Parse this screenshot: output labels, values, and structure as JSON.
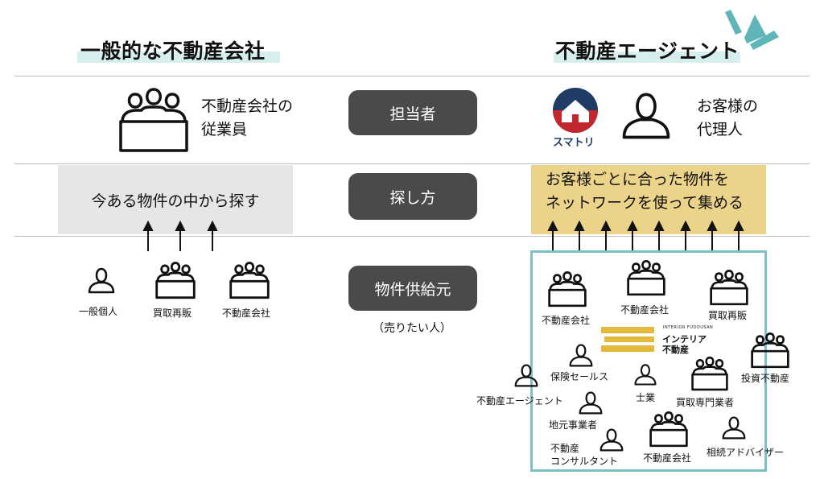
{
  "header": {
    "left_title": "一般的な不動産会社",
    "right_title": "不動産エージェント"
  },
  "rows": {
    "tantousha": "担当者",
    "sagashikata": "探し方",
    "kyokyumoto": "物件供給元",
    "kyokyumoto_sub": "（売りたい人）"
  },
  "left": {
    "staff_label": "不動産会社の\n従業員",
    "search_label": "今ある物件の中から探す",
    "sources": [
      "一般個人",
      "買取再販",
      "不動産会社"
    ]
  },
  "right": {
    "brand_logo_text": "スマトリ",
    "agent_label": "お客様の\n代理人",
    "search_label": "お客様ごとに合った物件を\nネットワークを使って集める",
    "network_nodes": [
      "不動産会社",
      "不動産会社",
      "買取再販",
      "保険セールス",
      "不動産エージェント",
      "士業",
      "買取専門業者",
      "投資不動産",
      "地元事業者",
      "不動産\nコンサルタント",
      "不動産会社",
      "相続アドバイザー"
    ],
    "interior_logo": {
      "small_text": "INTERIOR FUDOUSAN",
      "line1": "インテリア",
      "line2": "不動産"
    }
  },
  "colors": {
    "pill": "#4a4a4a",
    "gray_box": "#e6e6e6",
    "yellow_box": "#ecd38a",
    "network_frame": "#7fc1c3",
    "highlight": "#d6eeee",
    "accent_rays": "#5fb5b8",
    "logo_navy": "#1f3b66",
    "logo_red": "#c1272d",
    "logo_gold": "#e2b93b"
  },
  "icons": {
    "group": "group-people-icon",
    "person": "person-icon",
    "arrow": "arrow-up-icon"
  }
}
